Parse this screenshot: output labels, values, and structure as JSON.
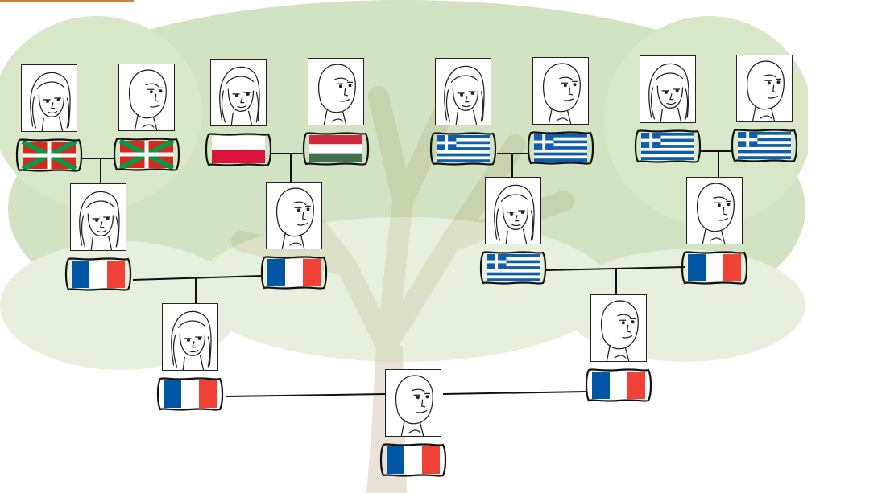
{
  "colors": {
    "tree_canopy": "#9bc27a",
    "tree_canopy_light": "#c9dfb2",
    "tree_trunk": "#d8cbb8",
    "connector": "#111111",
    "corner_tab": "#c8883a"
  },
  "flags": {
    "basque": {
      "red": "#d52b1e",
      "green": "#009b48",
      "white": "#ffffff"
    },
    "poland": {
      "white": "#ffffff",
      "red": "#dc143c"
    },
    "hungary": {
      "red": "#cd2a3e",
      "white": "#ffffff",
      "green": "#436f4d"
    },
    "greece": {
      "blue": "#0d5eaf",
      "white": "#ffffff"
    },
    "france": {
      "blue": "#0055a4",
      "white": "#ffffff",
      "red": "#ef4135"
    }
  },
  "people": [
    {
      "id": "g3-1",
      "face": "woman",
      "flag": "basque"
    },
    {
      "id": "g3-2",
      "face": "man",
      "flag": "basque"
    },
    {
      "id": "g3-3",
      "face": "woman",
      "flag": "poland"
    },
    {
      "id": "g3-4",
      "face": "man",
      "flag": "hungary"
    },
    {
      "id": "g3-5",
      "face": "woman",
      "flag": "greece"
    },
    {
      "id": "g3-6",
      "face": "man",
      "flag": "greece"
    },
    {
      "id": "g3-7",
      "face": "woman",
      "flag": "greece"
    },
    {
      "id": "g3-8",
      "face": "man",
      "flag": "greece"
    },
    {
      "id": "g2-1",
      "face": "woman",
      "flag": "france"
    },
    {
      "id": "g2-2",
      "face": "man",
      "flag": "france"
    },
    {
      "id": "g2-3",
      "face": "woman",
      "flag": "greece"
    },
    {
      "id": "g2-4",
      "face": "man",
      "flag": "france"
    },
    {
      "id": "g1-1",
      "face": "woman",
      "flag": "france"
    },
    {
      "id": "g1-2",
      "face": "man",
      "flag": "france"
    },
    {
      "id": "g0-1",
      "face": "man",
      "flag": "france"
    }
  ]
}
